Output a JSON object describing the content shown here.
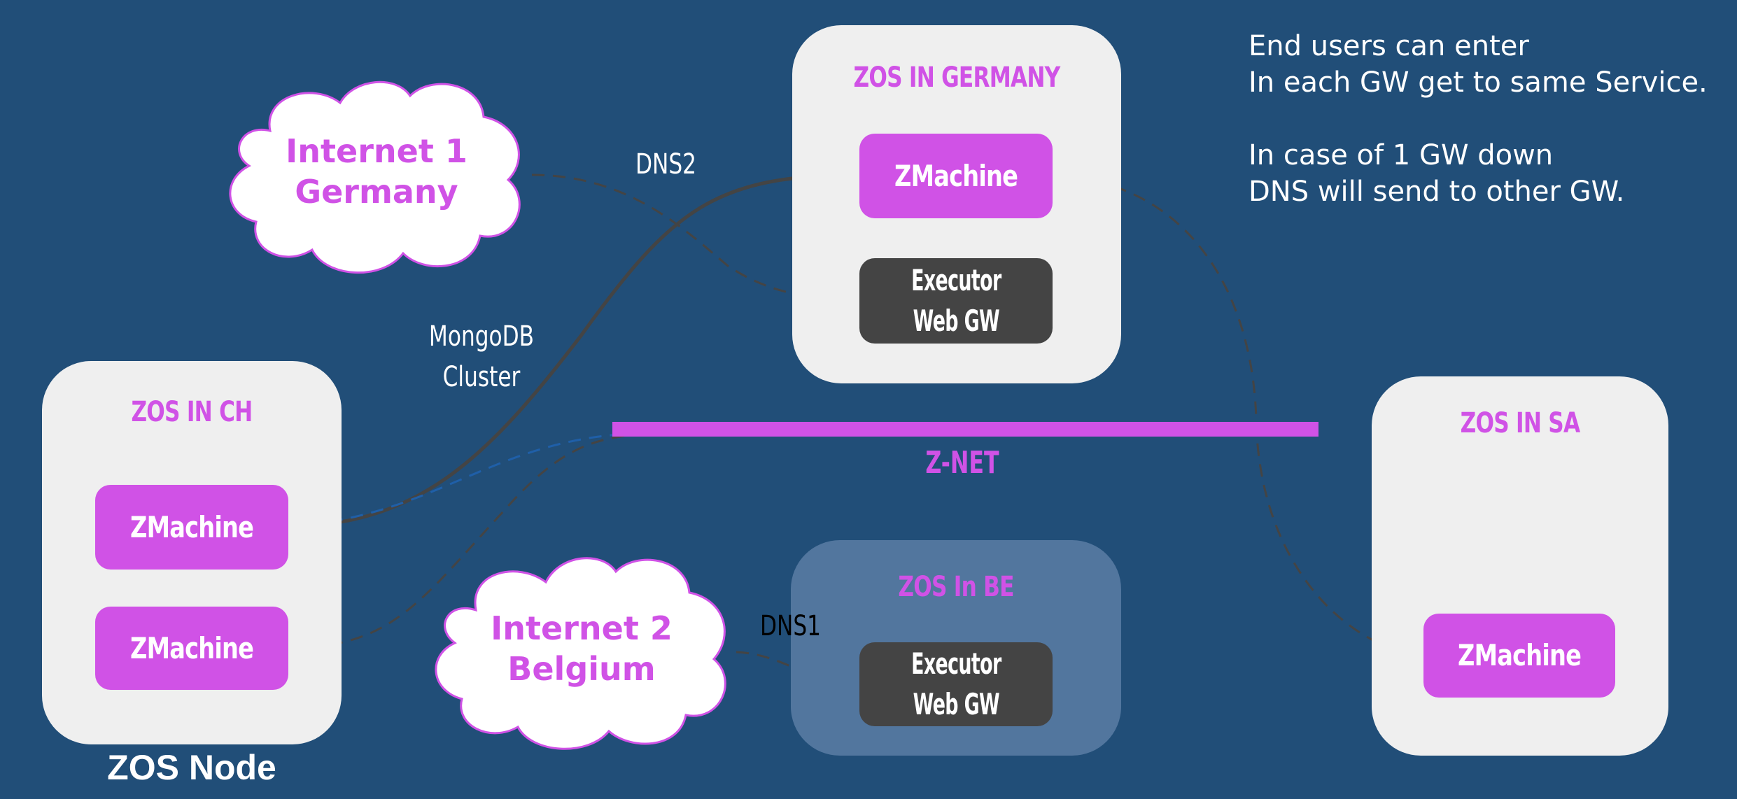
{
  "colors": {
    "background": "#214e78",
    "zone_fill": "#efefef",
    "zone_be_fill": "#52769e",
    "accent_magenta": "#d052e6",
    "executor_fill": "#444444",
    "link_dark": "#444444",
    "link_blue": "#1f5fa8"
  },
  "note": {
    "lines": [
      "End users can enter",
      "In each GW get to same Service.",
      "",
      "In case of 1 GW down",
      "DNS will send to other GW."
    ]
  },
  "zones": {
    "germany": {
      "title": "ZOS IN GERMANY",
      "zmachine": "ZMachine",
      "executor": [
        "Executor",
        "Web GW"
      ]
    },
    "ch": {
      "title": "ZOS IN CH",
      "zmachine_1": "ZMachine",
      "zmachine_2": "ZMachine",
      "caption": "ZOS Node"
    },
    "sa": {
      "title": "ZOS IN SA",
      "zmachine": "ZMachine"
    },
    "be": {
      "title": "ZOS In BE",
      "executor": [
        "Executor",
        "Web GW"
      ]
    }
  },
  "clouds": {
    "internet1": [
      "Internet 1",
      "Germany"
    ],
    "internet2": [
      "Internet 2",
      "Belgium"
    ]
  },
  "znet": {
    "label": "Z-NET"
  },
  "connections": {
    "dns2": "DNS2",
    "dns1": "DNS1",
    "mongodb": [
      "MongoDB",
      "Cluster"
    ]
  }
}
